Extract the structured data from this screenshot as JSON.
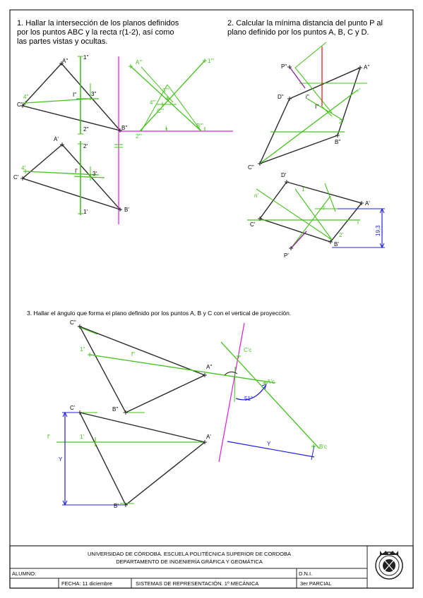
{
  "problems": {
    "p1": "1. Hallar la intersección de los planos definidos\npor los puntos ABC y la recta r(1-2), así como\nlas partes vistas y ocultas.",
    "p2": "2. Calcular la mínima distancia del punto P al\nplano definido por los puntos A, B, C y D.",
    "p3": "3. Hallar el ángulo que forma el plano definido por los puntos A, B y C con el vertical de proyección."
  },
  "labels": {
    "A2": "A''",
    "B2": "B''",
    "C2": "C''",
    "A1": "A'",
    "B1": "B'",
    "C1": "C'",
    "r1_2": "1''",
    "r2_2": "2''",
    "r1_1": "1'",
    "r2_1": "2'",
    "i4_2": "4''",
    "i3_2": "3''",
    "iI_2": "I''",
    "i4_1": "4'",
    "i3_1": "3'",
    "iI_1": "I'",
    "p1_A3": "A'''",
    "p1_13": "1'''",
    "p1_33": "3'''",
    "p1_43": "4'''",
    "p1_C3": "C'''",
    "p1_B3": "B'''",
    "p1_23": "2'''",
    "p1_I": "I",
    "p2_P2": "P''",
    "p2_A2": "A''",
    "p2_D2": "D''",
    "p2_B2": "B''",
    "p2_C2": "C''",
    "p2_i2": "i''",
    "p2_I2": "I''",
    "p2_r2": "r'",
    "p2_22": "2''",
    "p2_D1": "D'",
    "p2_A1": "A'",
    "p2_C1": "C'",
    "p2_B1": "B'",
    "p2_P1": "P'",
    "p2_11": "1'",
    "p2_I1": "I'",
    "p2_21": "2'",
    "p2_r1": "r",
    "p2_n1": "n'",
    "p2_dim": "19,3",
    "p3_C2": "C''",
    "p3_12": "1''",
    "p3_f2": "f''",
    "p3_A2": "A''",
    "p3_B2": "B''",
    "p3_C1": "C'",
    "p3_f1": "f'",
    "p3_11": "1'",
    "p3_A1": "A'",
    "p3_B1": "B'",
    "p3_Cc": "C'c",
    "p3_Ac": "A'c",
    "p3_Bc": "B'c",
    "p3_angle": "51°",
    "p3_Y": "Y",
    "p3_Y2": "Y"
  },
  "colors": {
    "line": "#2b2b2b",
    "construction": "#46c21e",
    "axis": "#e01ce0",
    "dimension": "#2020e0",
    "red": "#e01515",
    "purple": "#8a2a9a"
  },
  "title_block": {
    "line1": "UNIVERSIDAD DE CÓRDOBA. ESCUELA POLITÉCNICA SUPERIOR DE CORDOBA",
    "line2": "DEPARTAMENTO DE INGENIERÍA GRÁFICA Y GEOMÁTICA",
    "alumno": "ALUMNO:",
    "dni": "D.N.I.",
    "fecha": "FECHA: 11 diciembre",
    "asignatura": "SISTEMAS DE REPRESENTACIÓN. 1º MECÁNICA",
    "parcial": "3er PARCIAL",
    "seal": "university-seal"
  }
}
